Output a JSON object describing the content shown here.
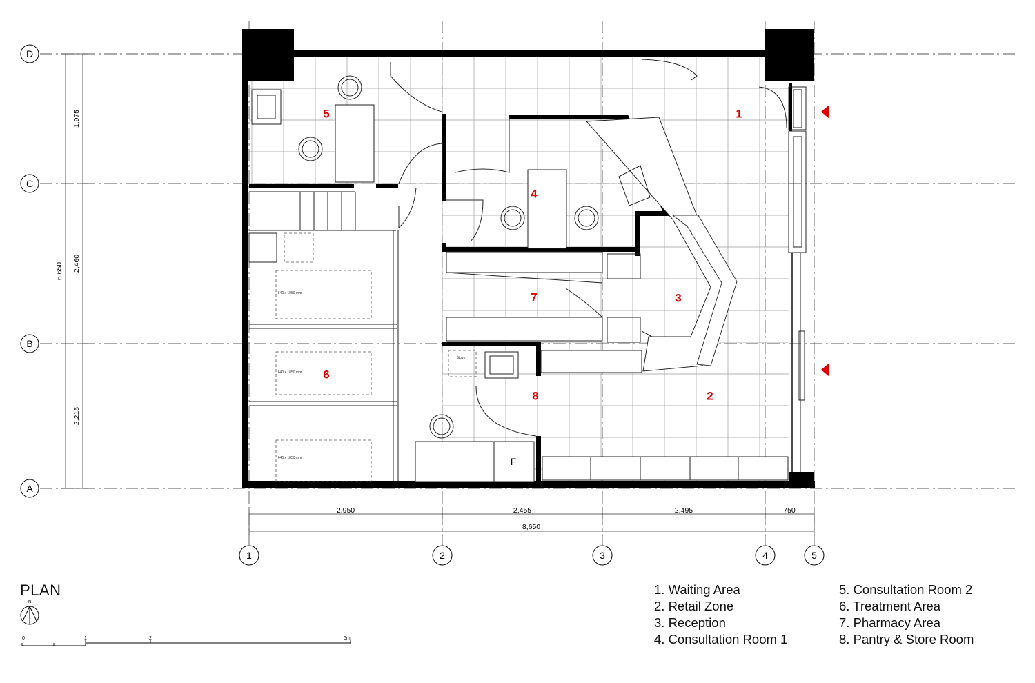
{
  "title": "PLAN",
  "north_label": "N",
  "grid": {
    "rows": [
      "D",
      "C",
      "B",
      "A"
    ],
    "cols": [
      "1",
      "2",
      "3",
      "4",
      "5"
    ]
  },
  "dimensions": {
    "vertical": [
      "1,975",
      "2,460",
      "2,215"
    ],
    "vertical_total": "6,650",
    "horizontal": [
      "2,950",
      "2,455",
      "2,495",
      "750"
    ],
    "horizontal_total": "8,650"
  },
  "scale_bar": [
    "0",
    "1",
    "2",
    "5m"
  ],
  "room_markers": [
    "1",
    "2",
    "3",
    "4",
    "5",
    "6",
    "7",
    "8"
  ],
  "fridge_label": "F",
  "bed_label": "640 x 1850 mm",
  "stove_label": "Stove",
  "legend": [
    "1. Waiting Area",
    "2. Retail Zone",
    "3. Reception",
    "4. Consultation Room 1",
    "5. Consultation Room 2",
    "6. Treatment Area",
    "7. Pharmacy Area",
    "8. Pantry & Store Room"
  ],
  "colors": {
    "room_number": "#e00000",
    "entrance_arrow": "#e00000",
    "wall": "#000000"
  }
}
